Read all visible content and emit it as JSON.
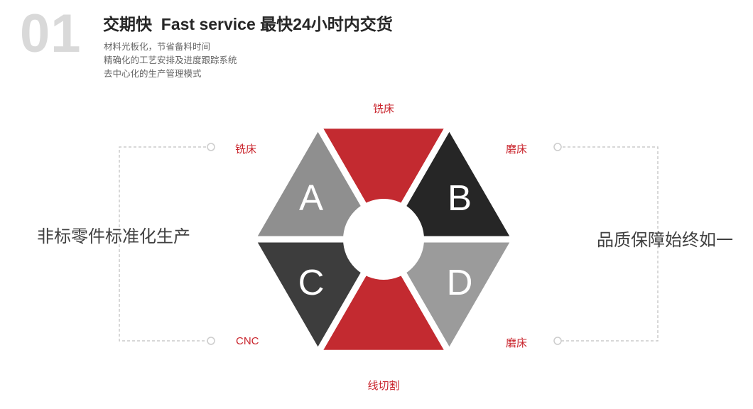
{
  "header": {
    "number": "01",
    "title": "交期快  Fast service 最快24小时内交货",
    "bullets": [
      "材料光板化，节省备料时间",
      "精确化的工艺安排及进度跟踪系统",
      "去中心化的生产管理模式"
    ]
  },
  "hexagon": {
    "segments": [
      {
        "id": "top",
        "label": "铣床",
        "letter": "",
        "color": "#c32a30"
      },
      {
        "id": "top-left",
        "label": "铣床",
        "letter": "A",
        "color": "#8f8f8f"
      },
      {
        "id": "top-right",
        "label": "磨床",
        "letter": "B",
        "color": "#262626"
      },
      {
        "id": "bottom-left",
        "label": "CNC",
        "letter": "C",
        "color": "#3d3d3d"
      },
      {
        "id": "bottom-right",
        "label": "磨床",
        "letter": "D",
        "color": "#9b9b9b"
      },
      {
        "id": "bottom",
        "label": "线切割",
        "letter": "",
        "color": "#c32a30"
      }
    ],
    "label_color": "#c9242c"
  },
  "sides": {
    "left": "非标零件标准化生产",
    "right": "品质保障始终如一"
  },
  "colors": {
    "red": "#c32a30",
    "dark": "#262626",
    "mid_dark": "#3d3d3d",
    "gray": "#8f8f8f",
    "light_gray": "#9b9b9b",
    "number_gray": "#d9d9d9",
    "dashed_line": "#cccccc",
    "body_text": "#666666",
    "heading_text": "#262626",
    "side_text": "#404040"
  }
}
